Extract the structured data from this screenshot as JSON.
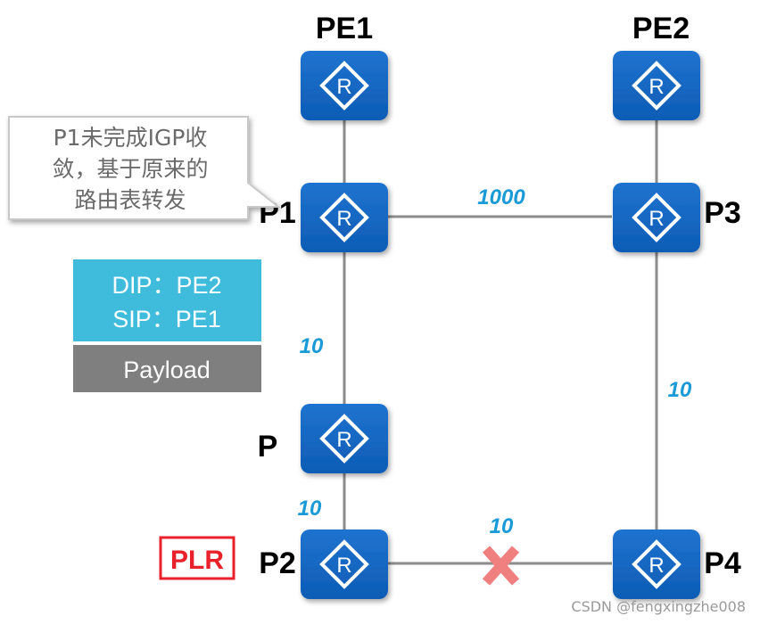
{
  "routers": {
    "pe1": "PE1",
    "pe2": "PE2",
    "p1": "P1",
    "p3": "P3",
    "p": "P",
    "p2": "P2",
    "p4": "P4",
    "icon_letter": "R"
  },
  "link_costs": {
    "p1_p3": "1000",
    "p1_p": "10",
    "p_p2": "10",
    "p3_p4": "10",
    "p2_p4": "10"
  },
  "callout": {
    "line1": "P1未完成IGP收",
    "line2": "敛，基于原来的",
    "line3": "路由表转发"
  },
  "packet": {
    "dip": "DIP：PE2",
    "sip": "SIP：PE1",
    "payload": "Payload"
  },
  "plr_badge": "PLR",
  "watermark": "CSDN @fengxingzhe008",
  "colors": {
    "router_blue": "#1565c0",
    "link_gray": "#8c8c8c",
    "cost_blue": "#1a9ad6",
    "header_cyan": "#3fbcdc",
    "payload_gray": "#7f7f7f",
    "plr_red": "#e8212b",
    "failure_x": "#f08080"
  }
}
